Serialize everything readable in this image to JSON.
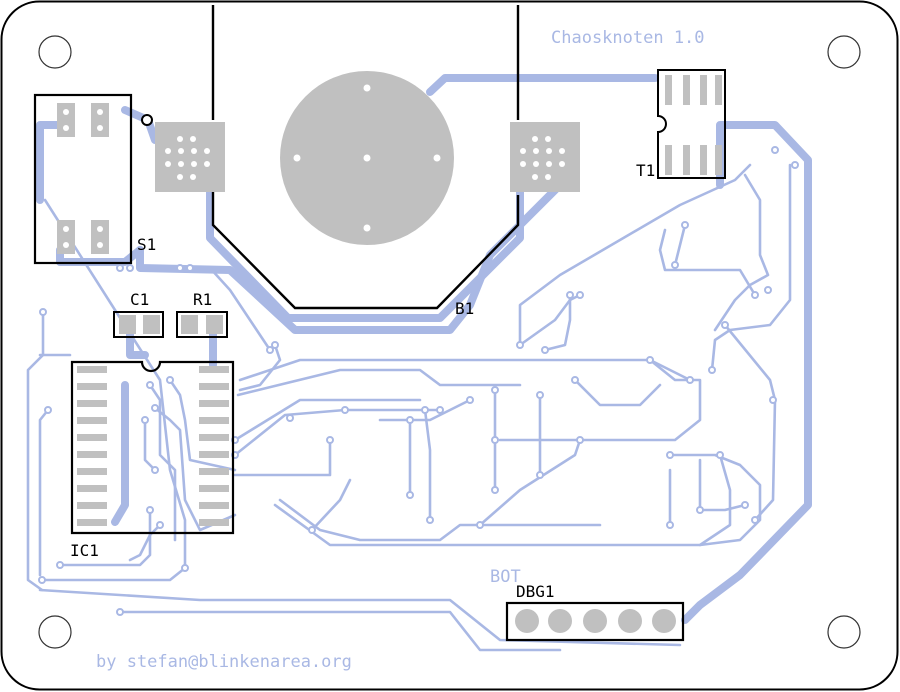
{
  "board": {
    "title": "Chaosknoten 1.0",
    "credit": "by stefan@blinkenarea.org",
    "side_label": "BOT"
  },
  "components": {
    "switch": "S1",
    "capacitor": "C1",
    "resistor": "R1",
    "microcontroller": "IC1",
    "battery": "B1",
    "transistor": "T1",
    "debug_header": "DBG1"
  },
  "colors": {
    "board_outline": "#000000",
    "trace_copper": "#a9b8e4",
    "pad": "#c0c0c0",
    "silkscreen": "#000000",
    "background": "#ffffff"
  }
}
